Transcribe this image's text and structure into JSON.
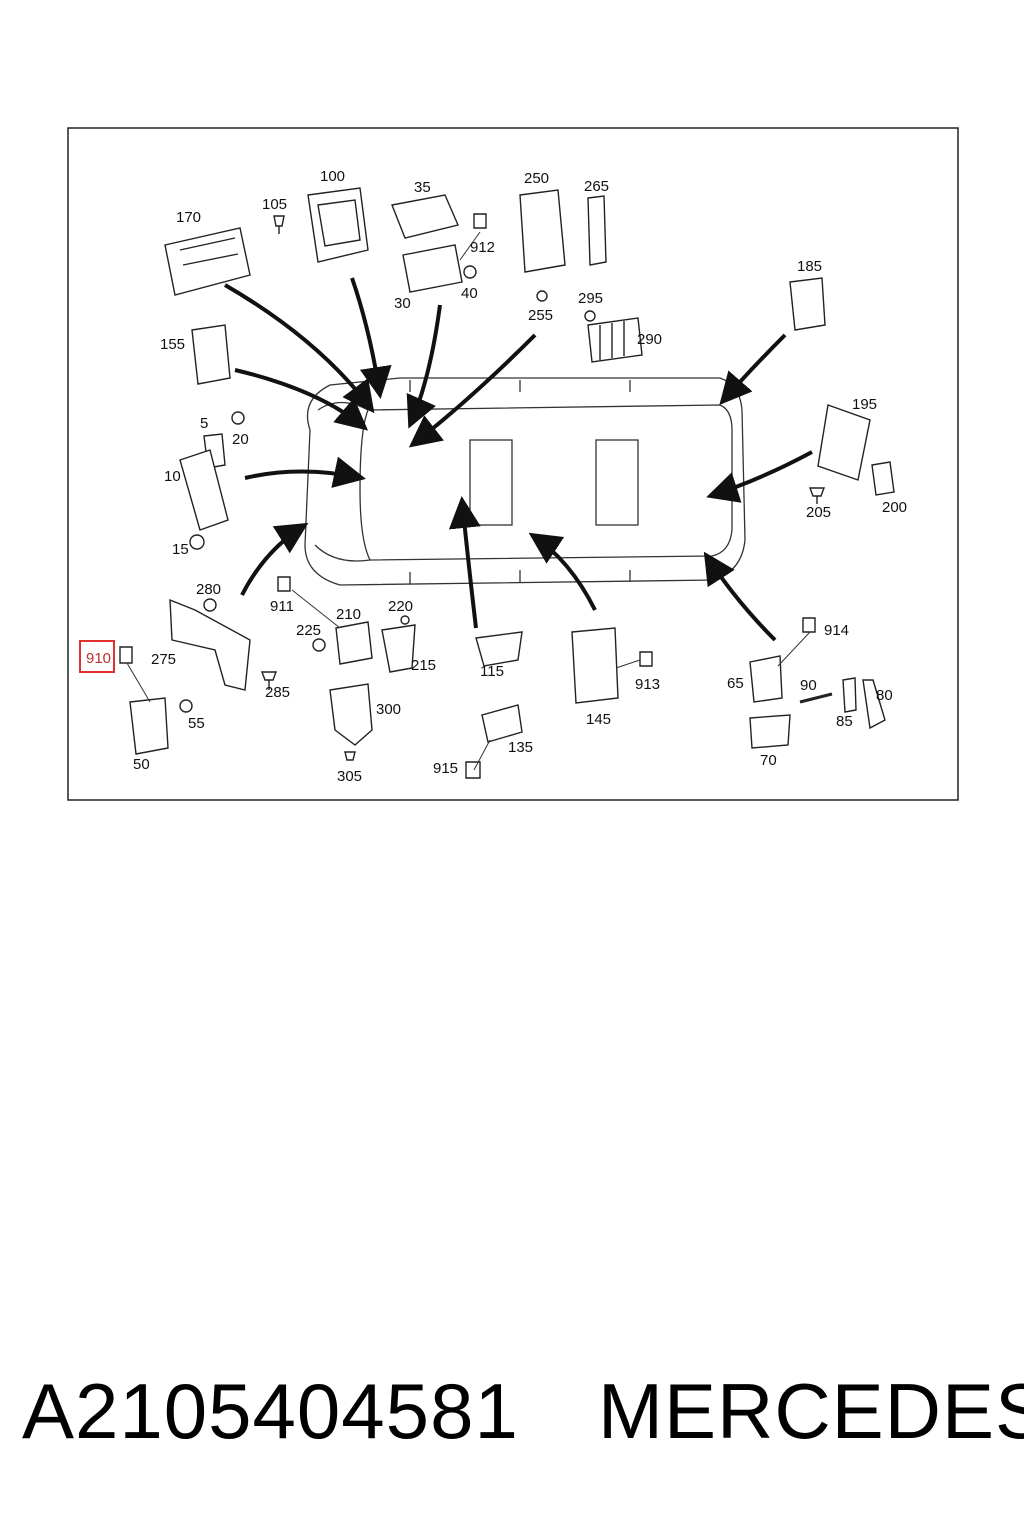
{
  "diagram": {
    "callouts": {
      "c100": "100",
      "c35": "35",
      "c250": "250",
      "c265": "265",
      "c170": "170",
      "c105": "105",
      "c912": "912",
      "c30": "30",
      "c40": "40",
      "c255": "255",
      "c295": "295",
      "c290": "290",
      "c185": "185",
      "c155": "155",
      "c5": "5",
      "c20": "20",
      "c195": "195",
      "c10": "10",
      "c205": "205",
      "c200": "200",
      "c15": "15",
      "c280": "280",
      "c911": "911",
      "c210": "210",
      "c220": "220",
      "c225": "225",
      "c914": "914",
      "c910": "910",
      "c275": "275",
      "c215": "215",
      "c115": "115",
      "c913": "913",
      "c65": "65",
      "c90": "90",
      "c80": "80",
      "c285": "285",
      "c300": "300",
      "c145": "145",
      "c85": "85",
      "c55": "55",
      "c135": "135",
      "c50": "50",
      "c70": "70",
      "c915": "915",
      "c305": "305"
    },
    "highlighted_callout": "910",
    "highlight_color": "#e03030"
  },
  "caption": {
    "part_number": "A2105404581",
    "brand": "MERCEDES"
  }
}
